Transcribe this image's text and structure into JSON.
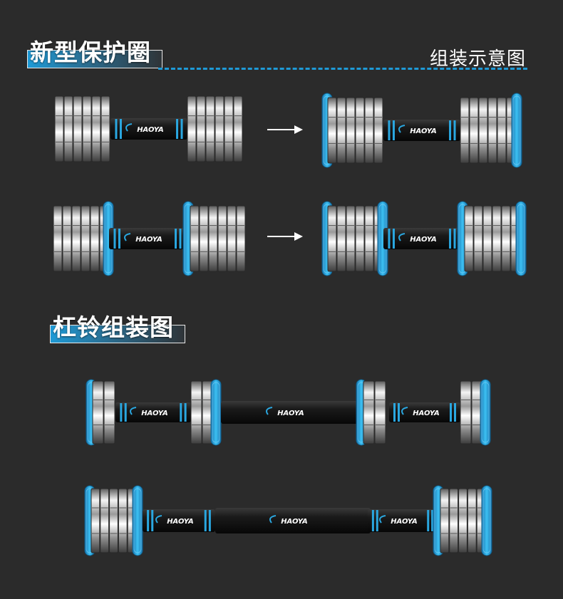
{
  "sections": {
    "protector": {
      "title": "新型保护圈"
    },
    "barbell": {
      "title": "杠铃组装图"
    }
  },
  "subtitle": "组装示意图",
  "brand": "HAOYA",
  "colors": {
    "background": "#2b2b2b",
    "accent_blue": "#1e9ad6",
    "ring_blue": "#2aa7e0",
    "handle_black": "#141414"
  },
  "icons": {
    "arrow": "right-arrow-icon"
  }
}
